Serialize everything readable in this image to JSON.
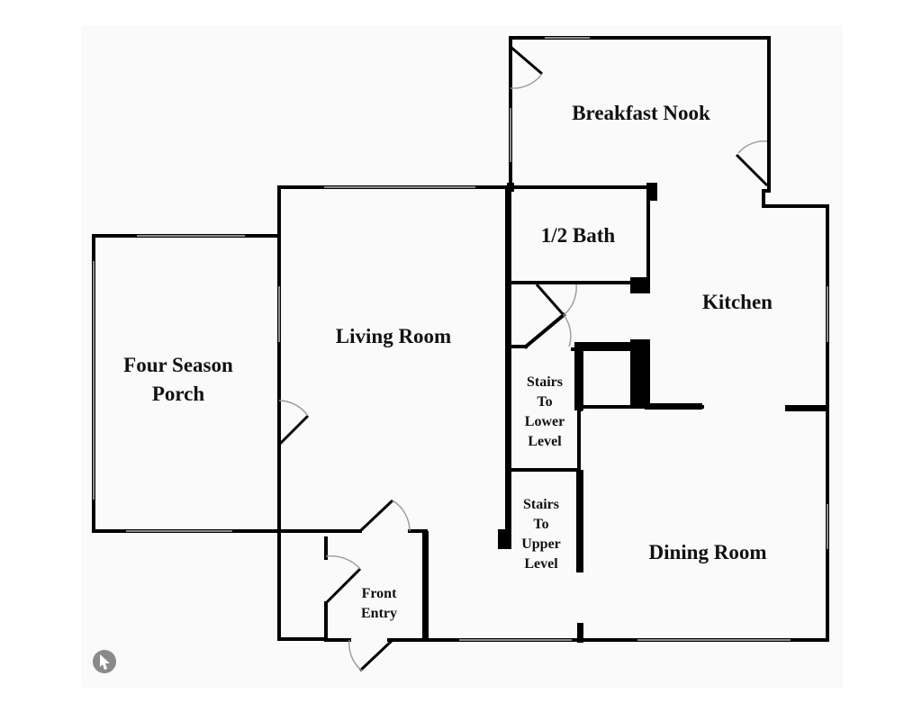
{
  "floorplan": {
    "rooms": {
      "breakfast_nook": "Breakfast Nook",
      "half_bath": "1/2 Bath",
      "kitchen": "Kitchen",
      "living_room": "Living Room",
      "porch_line1": "Four Season",
      "porch_line2": "Porch",
      "stairs_lower": [
        "Stairs",
        "To",
        "Lower",
        "Level"
      ],
      "stairs_upper": [
        "Stairs",
        "To",
        "Upper",
        "Level"
      ],
      "dining_room": "Dining Room",
      "front_entry_line1": "Front",
      "front_entry_line2": "Entry"
    },
    "colors": {
      "background": "#fbfafb",
      "wall": "#000000",
      "window": "#bbbbbb",
      "door_arc": "#999999",
      "nav_button": "#8a8a8a"
    },
    "nav_icon": "arrow-cursor-icon"
  }
}
